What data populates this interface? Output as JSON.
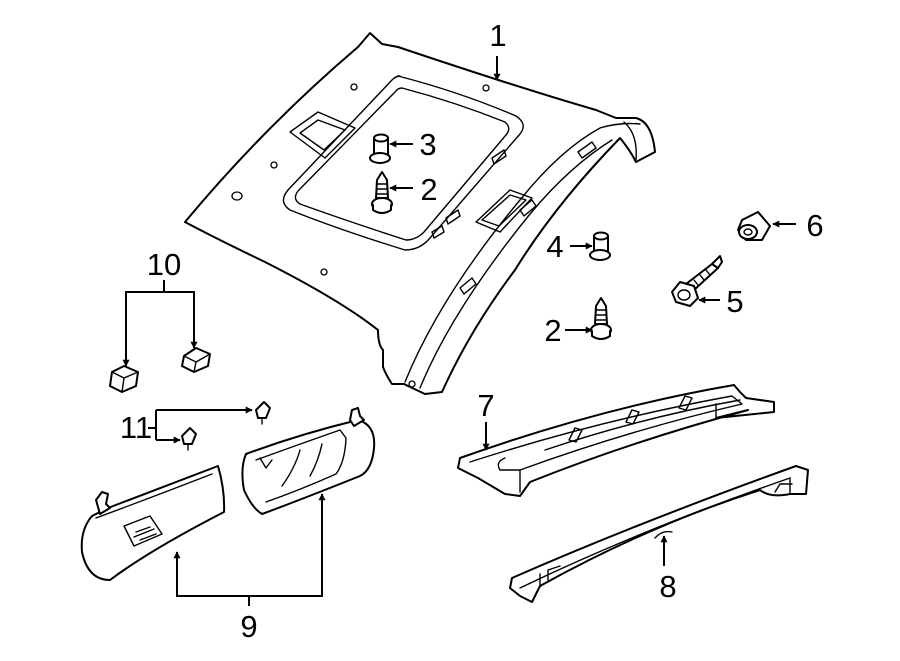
{
  "callouts": {
    "c1": "1",
    "c2a": "2",
    "c2b": "2",
    "c3": "3",
    "c4": "4",
    "c5": "5",
    "c6": "6",
    "c7": "7",
    "c8": "8",
    "c9": "9",
    "c10": "10",
    "c11": "11"
  },
  "colors": {
    "line": "#000000",
    "background": "#ffffff"
  }
}
